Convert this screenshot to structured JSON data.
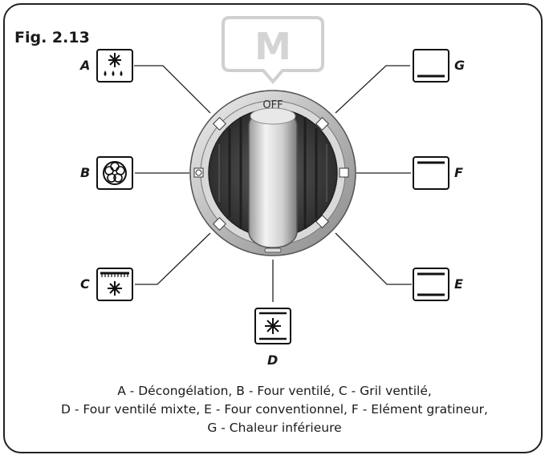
{
  "figure_label": "Fig. 2.13",
  "logo_letter": "M",
  "knob_label": "OFF",
  "letters": {
    "A": "A",
    "B": "B",
    "C": "C",
    "D": "D",
    "E": "E",
    "F": "F",
    "G": "G"
  },
  "caption": {
    "line1": "A - Décongélation,  B - Four ventilé,  C - Gril ventilé,",
    "line2": "D - Four ventilé mixte,  E - Four conventionnel,  F - Elément gratineur,",
    "line3": "G - Chaleur inférieure"
  },
  "colors": {
    "border": "#222222",
    "logo": "#d4d4d4",
    "knob_dark": "#3a3a3a",
    "ring": "#bfbfbf"
  }
}
